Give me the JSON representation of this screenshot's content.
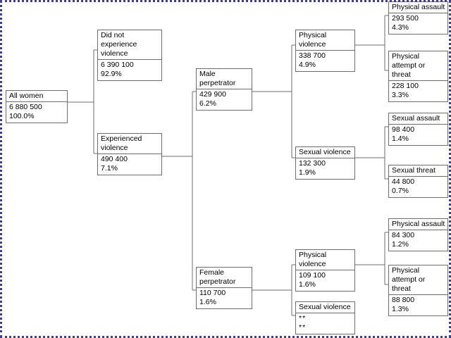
{
  "diagram": {
    "type": "tree",
    "title": "",
    "background_color": "#ffffff",
    "box_border_color": "#6e6e6e",
    "connector_color": "#6e6e6e",
    "selection_border_color": "#3a3ab0",
    "suppression_marker": "**"
  },
  "nodes": {
    "all_women": {
      "label": "All women",
      "count": "6 880 500",
      "percent": "100.0%"
    },
    "did_not_experience": {
      "label": "Did not experience violence",
      "count": "6 390 100",
      "percent": "92.9%"
    },
    "experienced": {
      "label": "Experienced violence",
      "count": "490 400",
      "percent": "7.1%"
    },
    "male_perpetrator": {
      "label": "Male perpetrator",
      "count": "429 900",
      "percent": "6.2%"
    },
    "female_perpetrator": {
      "label": "Female perpetrator",
      "count": "110 700",
      "percent": "1.6%"
    },
    "male_physical_violence": {
      "label": "Physical violence",
      "count": "338 700",
      "percent": "4.9%"
    },
    "male_sexual_violence": {
      "label": "Sexual violence",
      "count": "132 300",
      "percent": "1.9%"
    },
    "male_physical_assault": {
      "label": "Physical assault",
      "count": "293 500",
      "percent": "4.3%"
    },
    "male_physical_attempt": {
      "label": "Physical attempt or threat",
      "count": "228 100",
      "percent": "3.3%"
    },
    "male_sexual_assault": {
      "label": "Sexual assault",
      "count": "98 400",
      "percent": "1.4%"
    },
    "male_sexual_threat": {
      "label": "Sexual threat",
      "count": "44 800",
      "percent": "0.7%"
    },
    "female_physical_violence": {
      "label": "Physical violence",
      "count": "109 100",
      "percent": "1.6%"
    },
    "female_sexual_violence": {
      "label": "Sexual violence",
      "count": "**",
      "percent": "**"
    },
    "female_physical_assault": {
      "label": "Physical assault",
      "count": "84 300",
      "percent": "1.2%"
    },
    "female_physical_attempt": {
      "label": "Physical attempt or threat",
      "count": "88 800",
      "percent": "1.3%"
    }
  }
}
